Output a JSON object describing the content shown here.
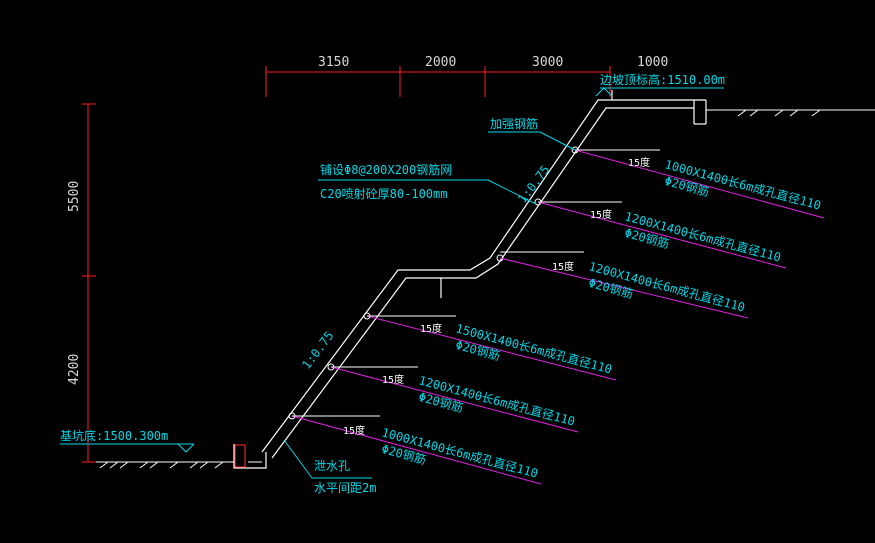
{
  "dimensions_top": [
    "3150",
    "2000",
    "3000",
    "1000"
  ],
  "dimensions_left": [
    "5500",
    "4200"
  ],
  "labels": {
    "top_elevation": "边坡顶标高:1510.00m",
    "pit_bottom": "基坑底:1500.300m",
    "reinforcing_bar": "加强钢筋",
    "mesh_line1": "铺设Φ8@200X200钢筋网",
    "mesh_line2": "C20喷射砼厚80-100mm",
    "slope_ratio_upper": "1:0.75",
    "slope_ratio_lower": "1:0.75",
    "drain_line1": "泄水孔",
    "drain_line2": "水平间距2m"
  },
  "angle_label": "15度",
  "anchors": [
    {
      "spec": "1000X1400长6m成孔直径110",
      "bar": "Φ20钢筋"
    },
    {
      "spec": "1200X1400长6m成孔直径110",
      "bar": "Φ20钢筋"
    },
    {
      "spec": "1200X1400长6m成孔直径110",
      "bar": "Φ20钢筋"
    },
    {
      "spec": "1500X1400长6m成孔直径110",
      "bar": "Φ20钢筋"
    },
    {
      "spec": "1200X1400长6m成孔直径110",
      "bar": "Φ20钢筋"
    },
    {
      "spec": "1000X1400长6m成孔直径110",
      "bar": "Φ20钢筋"
    }
  ],
  "colors": {
    "background": "#000000",
    "dimension": "#ff2020",
    "annotation": "#00d8e8",
    "anchor": "#e020e0",
    "structure": "#ffffff"
  }
}
